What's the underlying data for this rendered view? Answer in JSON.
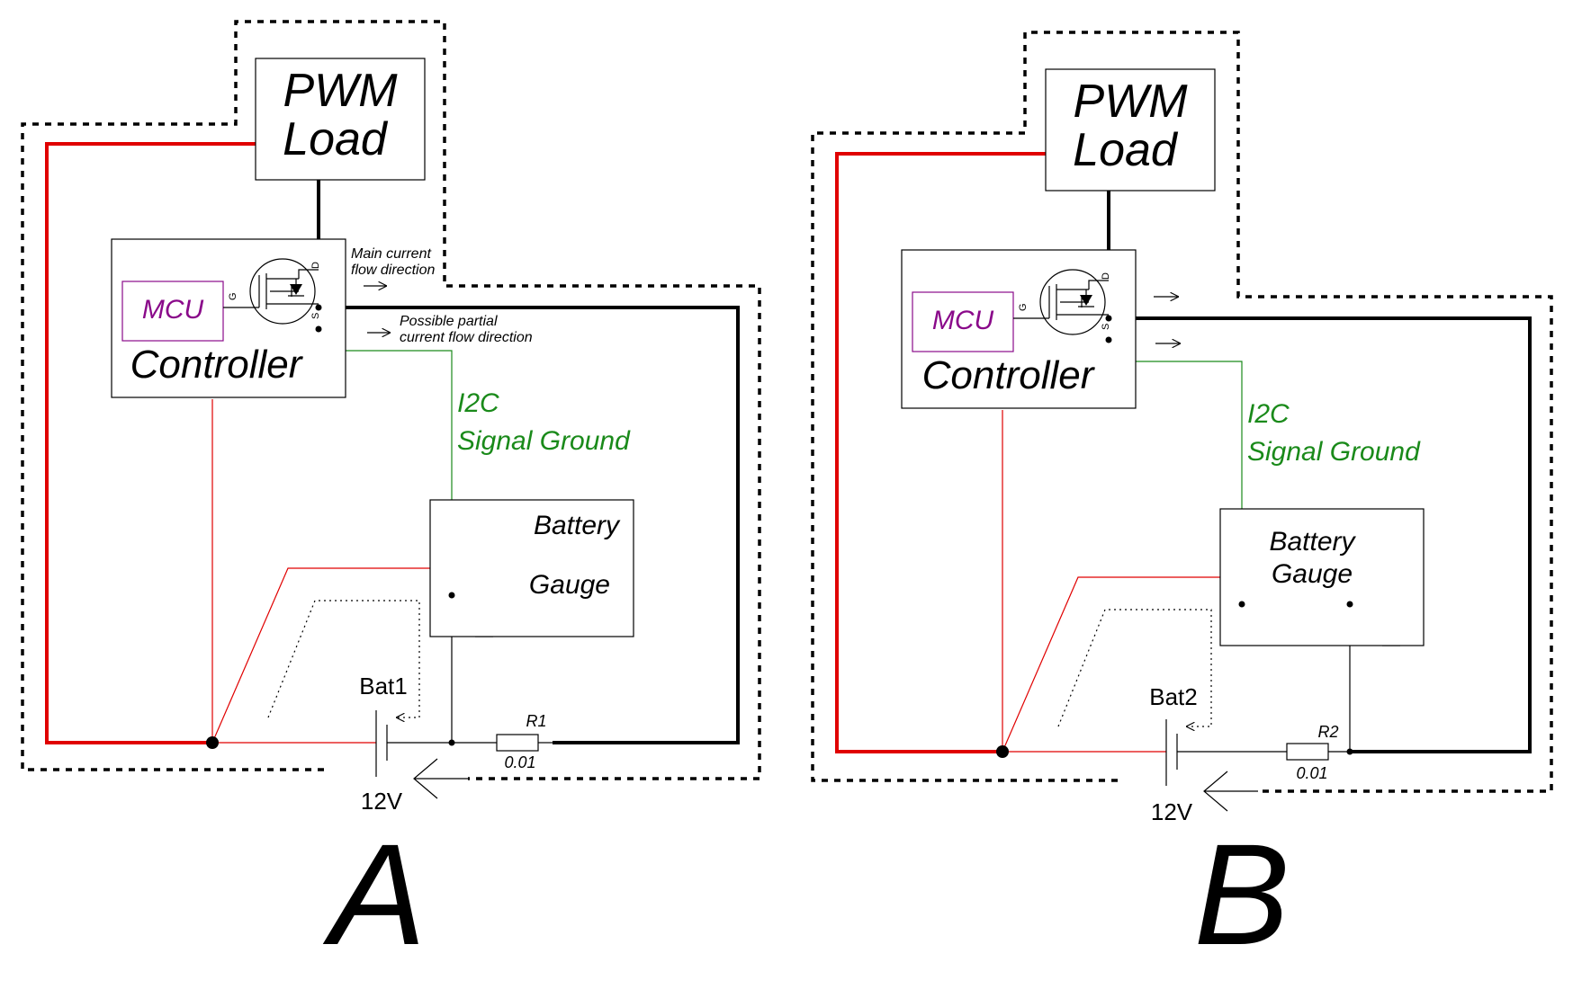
{
  "colors": {
    "red": "#e00000",
    "green": "#1a8a1a",
    "purple": "#8a0a8a",
    "black": "#000000"
  },
  "diagram_a": {
    "load_line1": "PWM",
    "load_line2": "Load",
    "mcu": "MCU",
    "controller": "Controller",
    "gate_pin": "G",
    "drain_pin": "D",
    "source_pin": "S",
    "main_current_line1": "Main current",
    "main_current_line2": "flow direction",
    "partial_current_line1": "Possible partial",
    "partial_current_line2": "current flow direction",
    "i2c": "I2C",
    "signal_ground": "Signal Ground",
    "gauge_line1": "Battery",
    "gauge_line2": "Gauge",
    "battery": "Bat1",
    "voltage": "12V",
    "resistor": "R1",
    "resistance": "0.01",
    "panel_label": "A"
  },
  "diagram_b": {
    "load_line1": "PWM",
    "load_line2": "Load",
    "mcu": "MCU",
    "controller": "Controller",
    "gate_pin": "G",
    "drain_pin": "D",
    "source_pin": "S",
    "i2c": "I2C",
    "signal_ground": "Signal Ground",
    "gauge_line1": "Battery",
    "gauge_line2": "Gauge",
    "battery": "Bat2",
    "voltage": "12V",
    "resistor": "R2",
    "resistance": "0.01",
    "panel_label": "B"
  }
}
